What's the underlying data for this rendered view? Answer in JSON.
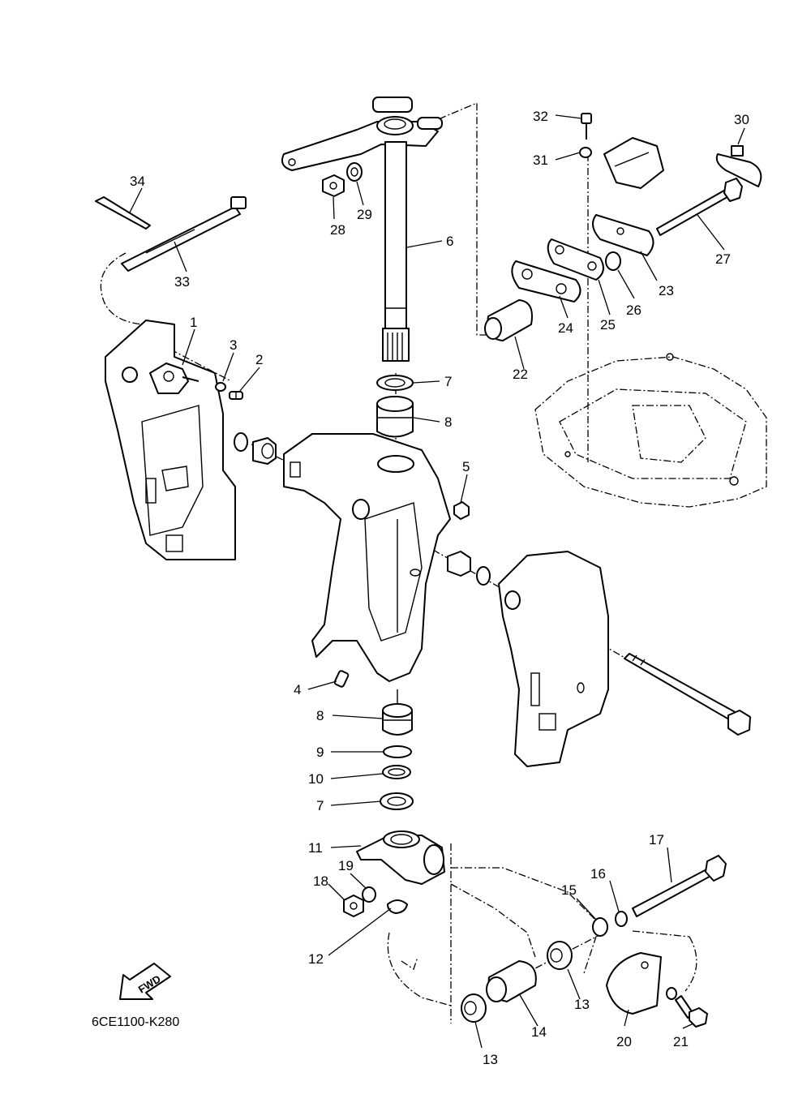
{
  "diagram_code": "6CE1100-K280",
  "fwd_arrow": {
    "label": "FWD",
    "icon": "fwd-arrow-icon"
  },
  "callouts": {
    "c1": "1",
    "c2": "2",
    "c3": "3",
    "c4": "4",
    "c5": "5",
    "c6": "6",
    "c7a": "7",
    "c7b": "7",
    "c8a": "8",
    "c8b": "8",
    "c9": "9",
    "c10": "10",
    "c11": "11",
    "c12": "12",
    "c13a": "13",
    "c13b": "13",
    "c14": "14",
    "c15": "15",
    "c16": "16",
    "c17": "17",
    "c18": "18",
    "c19": "19",
    "c20": "20",
    "c21": "21",
    "c22": "22",
    "c23": "23",
    "c24": "24",
    "c25": "25",
    "c26": "26",
    "c27": "27",
    "c28": "28",
    "c29": "29",
    "c30": "30",
    "c31": "31",
    "c32": "32",
    "c33": "33",
    "c34": "34"
  }
}
